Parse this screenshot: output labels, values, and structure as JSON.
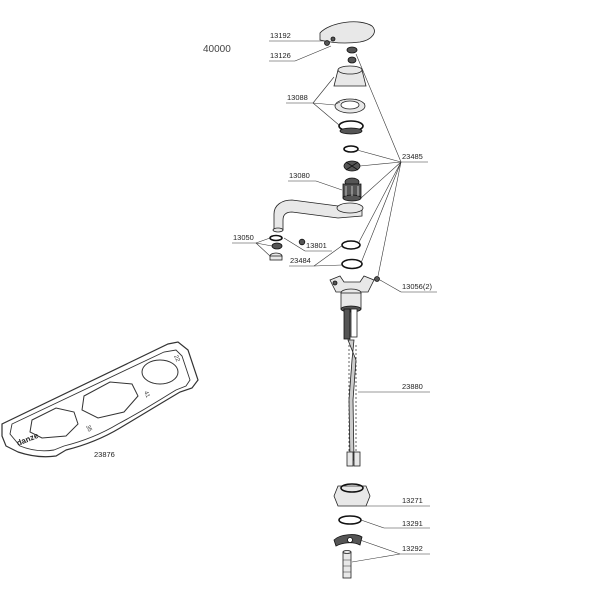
{
  "diagram": {
    "model_number": "40000",
    "callouts": {
      "c13192": "13192",
      "c13126": "13126",
      "c13088": "13088",
      "c23485": "23485",
      "c13080": "13080",
      "c13050": "13050",
      "c13801": "13801",
      "c23484": "23484",
      "c13056": "13056(2)",
      "c23880": "23880",
      "c13271": "13271",
      "c13291": "13291",
      "c13292": "13292",
      "c23876": "23876"
    },
    "wrench": {
      "brand": "danze",
      "size_marks": [
        "22",
        "41",
        "35"
      ]
    }
  }
}
